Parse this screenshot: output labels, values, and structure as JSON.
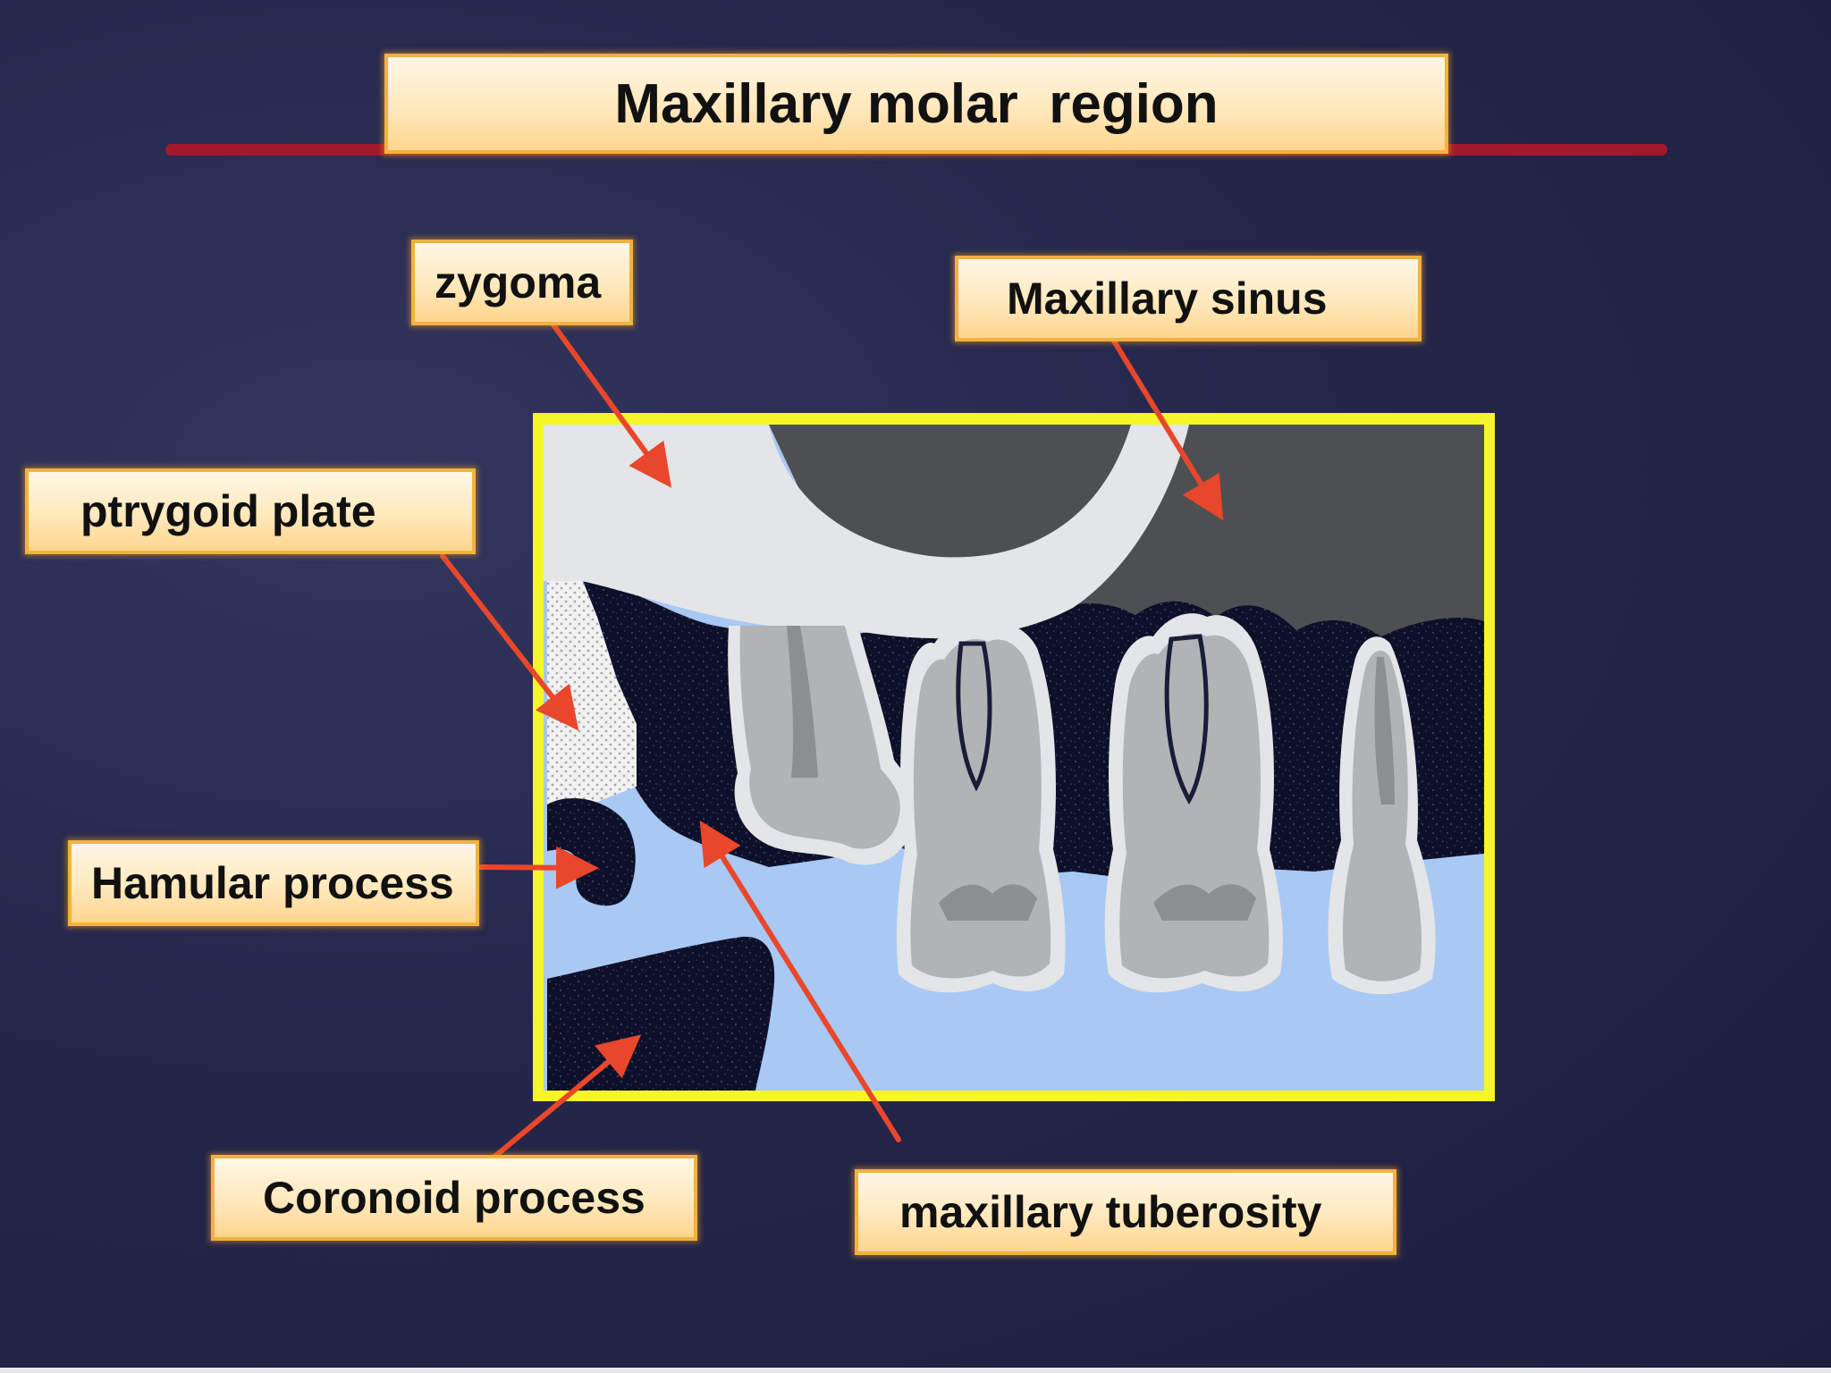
{
  "slide": {
    "title": "Maxillary molar  region"
  },
  "labels": {
    "zygoma": "zygoma",
    "maxillary_sinus": "Maxillary sinus",
    "ptrygoid_plate": "ptrygoid plate",
    "hamular_process": "Hamular process",
    "coronoid_process": "Coronoid process",
    "maxillary_tuberosity": "maxillary tuberosity"
  },
  "colors": {
    "background": "#24254a",
    "title_rule": "#a3182c",
    "label_fill": "#ffe8bc",
    "label_border": "#f2b23e",
    "frame": "#f6f52a",
    "arrow": "#e8472b",
    "soft_tissue": "#a9c8f4",
    "bone_dark": "#0e1029",
    "cortical_bone": "#e4e5e7",
    "sinus": "#4e4f51",
    "tooth": "#b2b3b5"
  }
}
